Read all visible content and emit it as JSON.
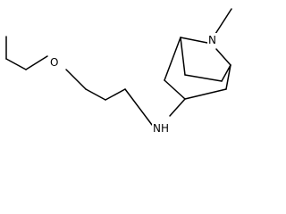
{
  "molecule": {
    "atoms": {
      "oxygen": "O",
      "amine_nitrogen": "NH",
      "bridge_nitrogen": "N"
    }
  },
  "colors": {
    "bond": "#000000",
    "background": "#ffffff"
  }
}
